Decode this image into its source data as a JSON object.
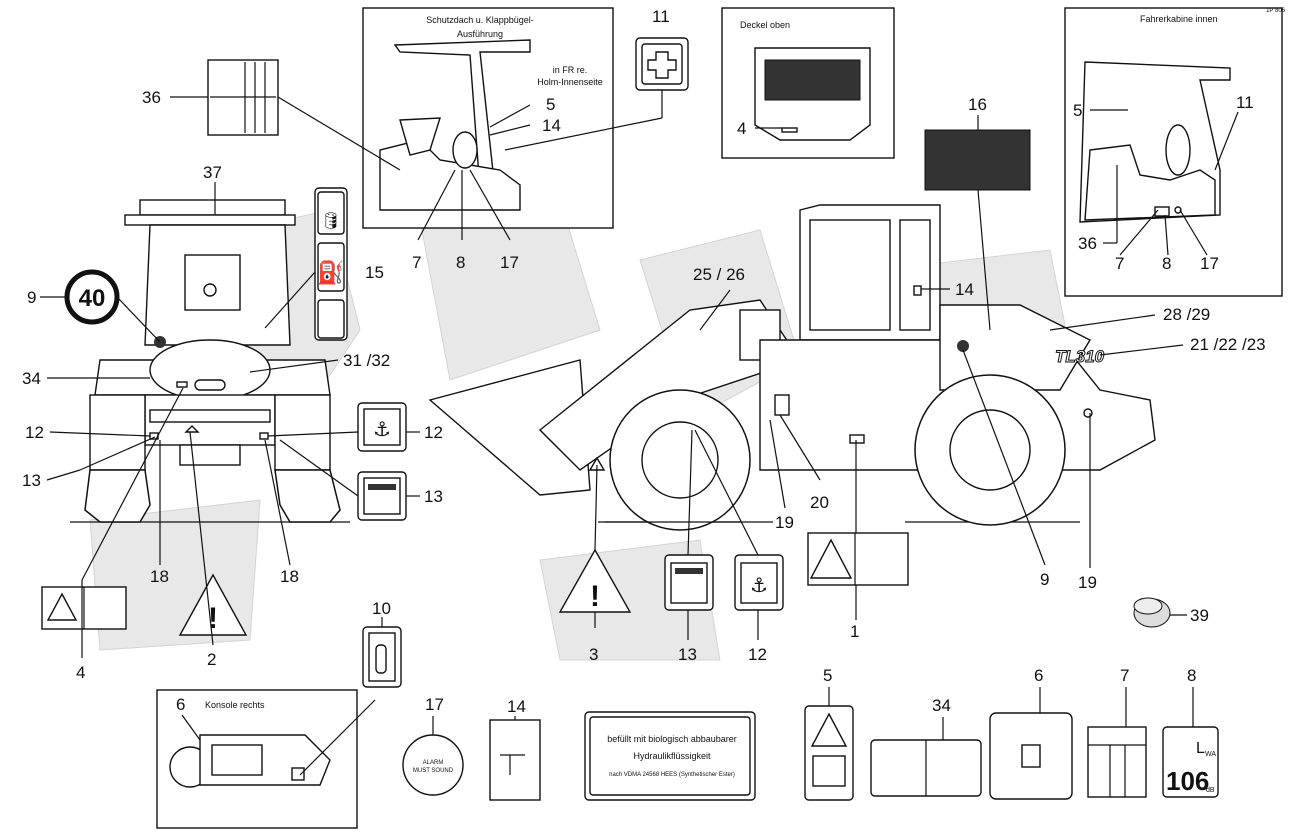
{
  "corner_code": "1P 806",
  "insets": {
    "canopy": {
      "title_line1": "Schutzdach u. Klappbügel-",
      "title_line2": "Ausführung",
      "note_line1": "in FR re.",
      "note_line2": "Holm-Innenseite"
    },
    "cover": {
      "title": "Deckel oben"
    },
    "cab": {
      "title": "Fahrerkabine innen"
    },
    "console": {
      "title": "Konsole rechts"
    }
  },
  "model_badge": "TL310",
  "speed_sign": "40",
  "labels": {
    "n36": "36",
    "n37": "37",
    "n9a": "9",
    "n34a": "34",
    "n12a": "12",
    "n13a": "13",
    "n15": "15",
    "n3132": "31 /32",
    "n12b": "12",
    "n13b": "13",
    "n18a": "18",
    "n18b": "18",
    "n4a": "4",
    "n2": "2",
    "n10": "10",
    "n11a": "11",
    "n5a": "5",
    "n14a": "14",
    "n7a": "7",
    "n8a": "8",
    "n17a": "17",
    "n4b": "4",
    "n16": "16",
    "n5b": "5",
    "n11b": "11",
    "n36b": "36",
    "n7b": "7",
    "n8b": "8",
    "n17b": "17",
    "n2526": "25 / 26",
    "n14b": "14",
    "n2829": "28 /29",
    "n212223": "21 /22 /23",
    "n20": "20",
    "n19a": "19",
    "n19b": "19",
    "n9b": "9",
    "n1": "1",
    "n3": "3",
    "n13c": "13",
    "n12c": "12",
    "n39": "39",
    "n6a": "6",
    "n17c": "17",
    "n14c": "14",
    "n5c": "5",
    "n34b": "34",
    "n6b": "6",
    "n7c": "7",
    "n8c": "8"
  },
  "decal_17": {
    "line1": "ALARM",
    "line2": "MUST SOUND"
  },
  "decal_bio": {
    "line1": "befüllt mit biologisch abbaubarer",
    "line2": "Hydraulikflüssigkeit",
    "line3": "nach VDMA 24568 HEES (Synthetischer Ester)"
  },
  "decal_8": {
    "value": "106",
    "unit": "dB",
    "symbol": "L",
    "sub": "WA"
  }
}
